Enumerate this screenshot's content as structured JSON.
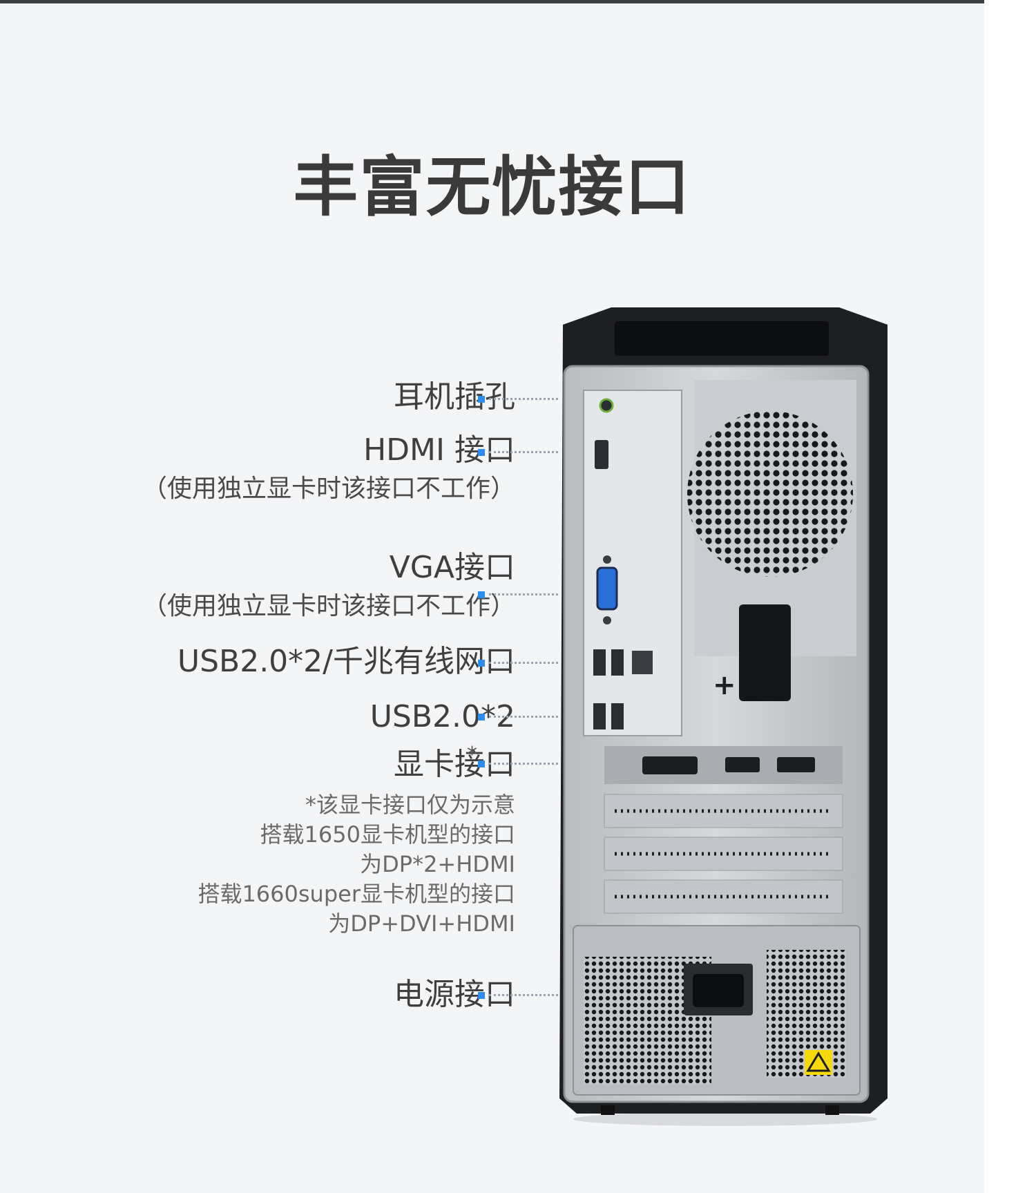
{
  "title": "丰富无忧接口",
  "labels": {
    "headphone": "耳机插孔",
    "hdmi": "HDMI 接口",
    "hdmi_note": "（使用独立显卡时该接口不工作）",
    "vga": "VGA接口",
    "vga_note": "（使用独立显卡时该接口不工作）",
    "usb_lan": "USB2.0*2/千兆有线网口",
    "usb": "USB2.0*2",
    "gpu": "显卡接口",
    "gpu_star": "*",
    "gpu_notes": [
      "*该显卡接口仅为示意",
      "搭载1650显卡机型的接口",
      "为DP*2+HDMI",
      "搭载1660super显卡机型的接口",
      "为DP+DVI+HDMI"
    ],
    "power": "电源接口"
  },
  "colors": {
    "accent": "#2d8cf0",
    "warning_sticker": "#f5d90a",
    "background": "#f4f5f7"
  },
  "icons": [
    "warning-triangle-icon",
    "headphone-jack-icon",
    "ethernet-port-icon"
  ]
}
